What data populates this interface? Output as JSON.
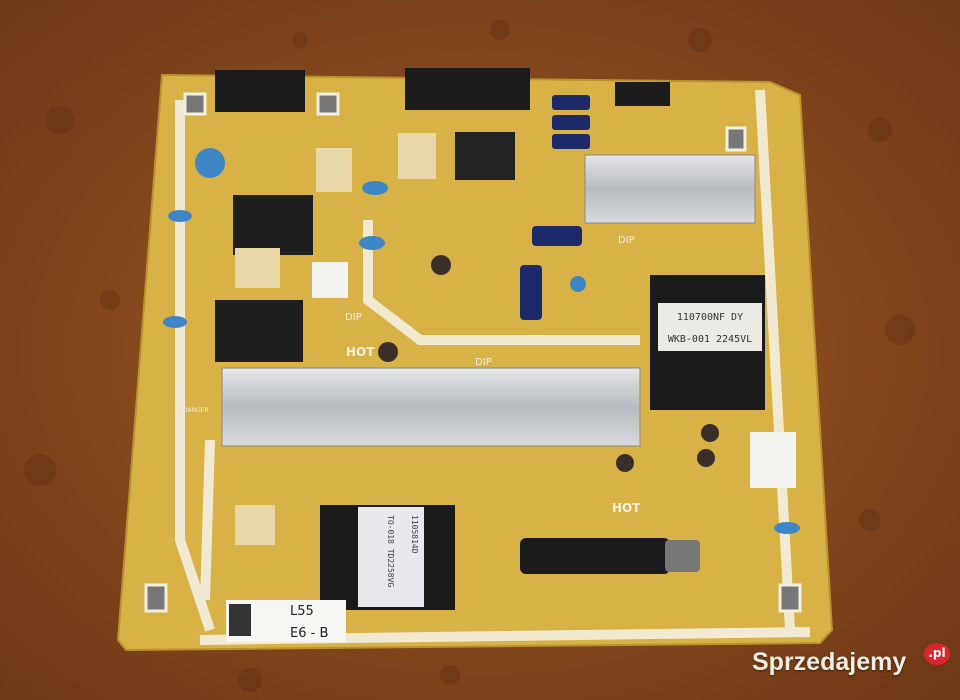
{
  "board": {
    "model_line1": "L55",
    "model_line2": "E6 - B",
    "transformer_main_line1": "110700NF DY",
    "transformer_main_line2": "WKB-001 2245VL",
    "transformer_small_line1": "1105814D",
    "transformer_small_line2": "TO-018 TD2258VG",
    "marks": {
      "hot": "HOT",
      "dip": "DIP",
      "danger": "DANGER"
    }
  },
  "watermark": {
    "name": "Sprzedajemy",
    "tld": ".pl",
    "accent": "#d9262c"
  },
  "colors": {
    "pcb": "#d8b247",
    "silkscreen": "#f4f0e0",
    "wood": "#8a4a1e",
    "heatsink": "#c9ccd0"
  }
}
